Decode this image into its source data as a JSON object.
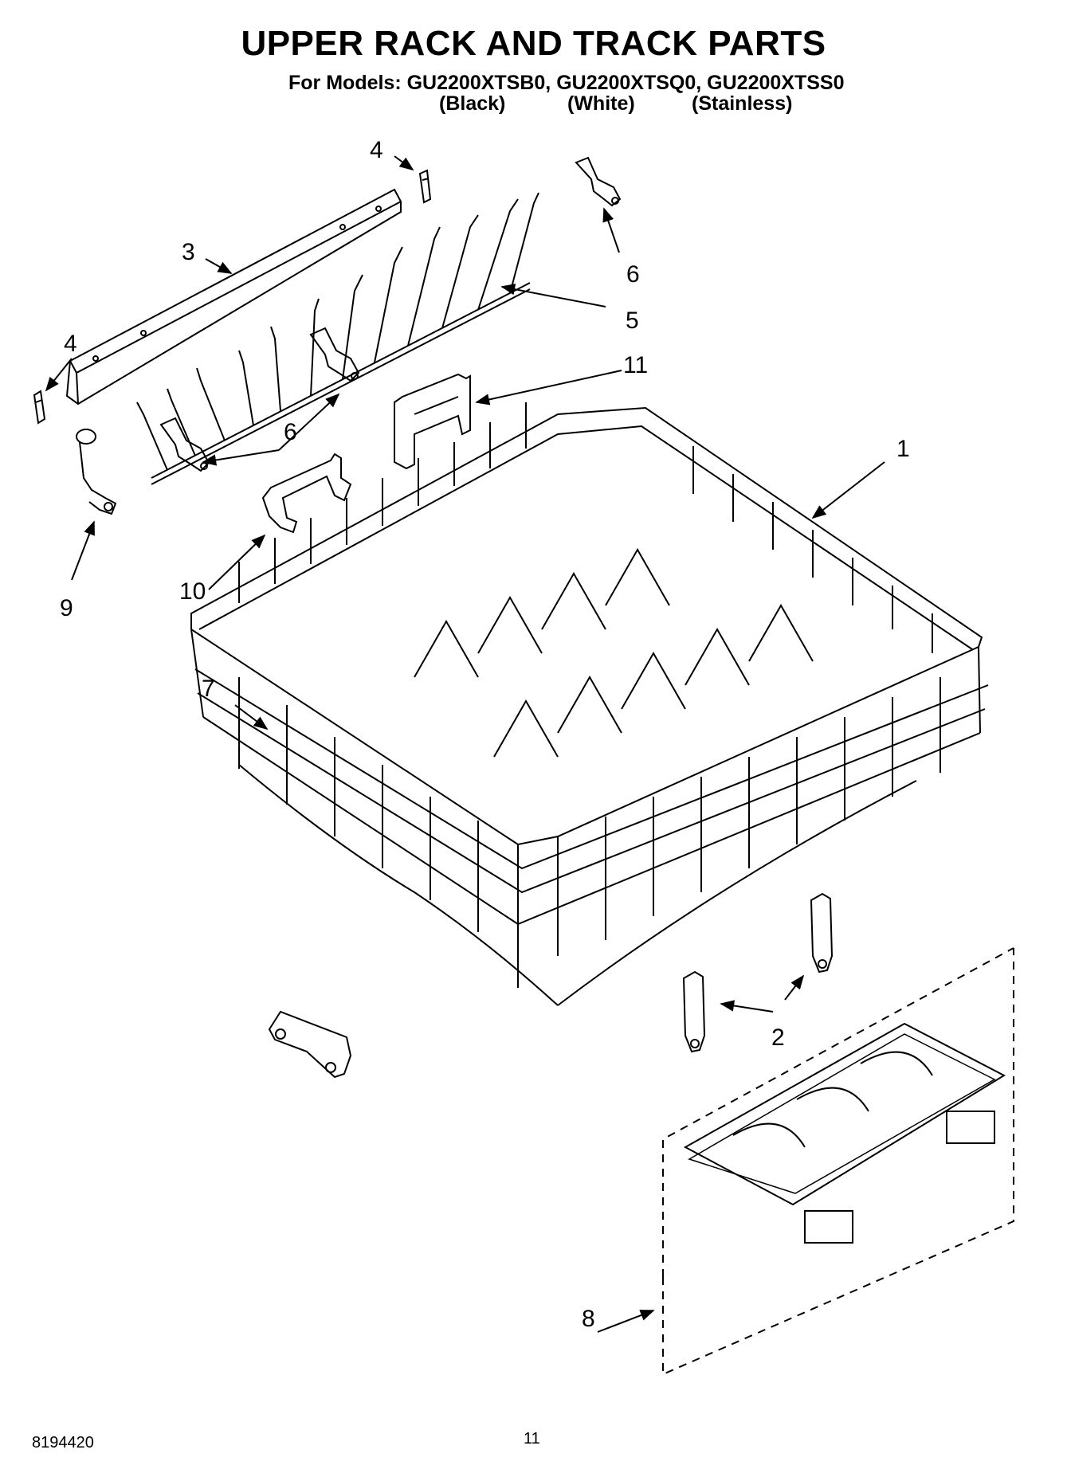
{
  "header": {
    "title": "UPPER RACK AND TRACK PARTS",
    "models_line": "For Models: GU2200XTSB0, GU2200XTSQ0, GU2200XTSS0",
    "variants": [
      "(Black)",
      "(White)",
      "(Stainless)"
    ]
  },
  "callouts": {
    "c1": "1",
    "c2": "2",
    "c3": "3",
    "c4a": "4",
    "c4b": "4",
    "c5": "5",
    "c6a": "6",
    "c6b": "6",
    "c7": "7",
    "c8": "8",
    "c9": "9",
    "c10": "10",
    "c11": "11"
  },
  "footer": {
    "doc_number": "8194420",
    "page_number": "11"
  },
  "colors": {
    "line": "#000000",
    "background": "#ffffff"
  }
}
